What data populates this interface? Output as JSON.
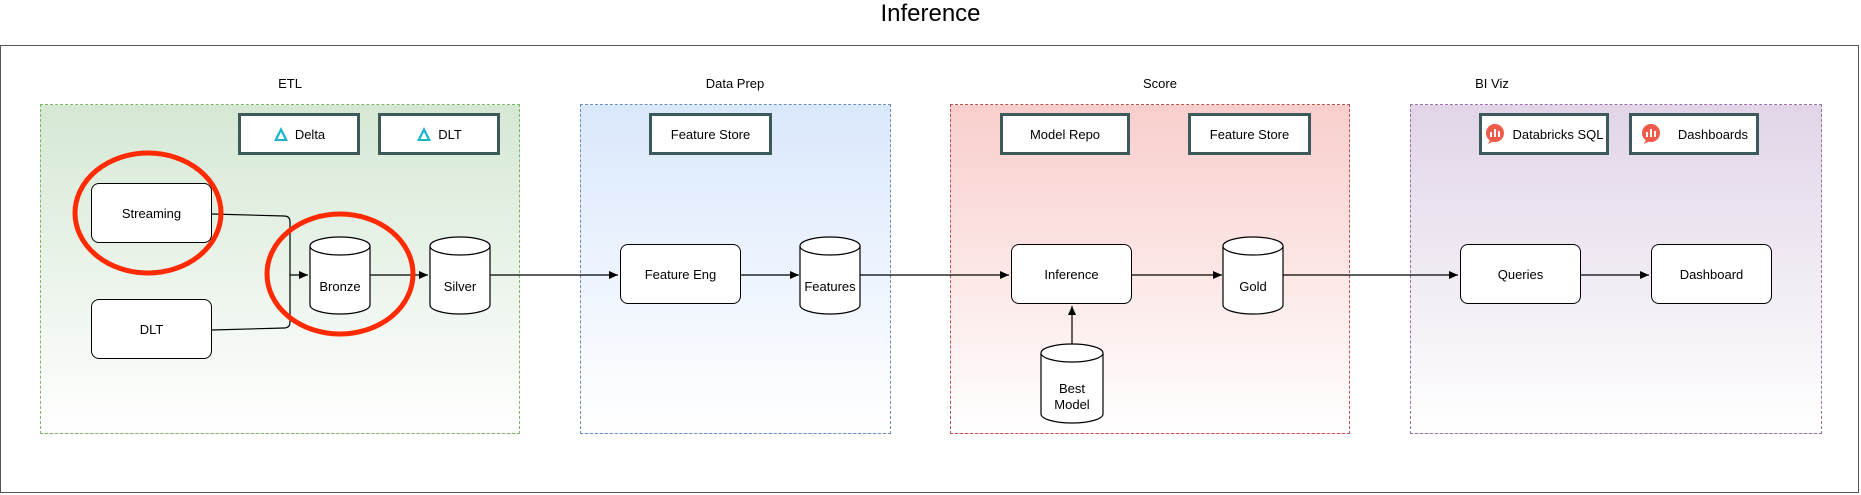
{
  "title": "Inference",
  "sections": {
    "etl": {
      "title": "ETL",
      "chip1": "Delta",
      "chip2": "DLT",
      "node_streaming": "Streaming",
      "node_dlt": "DLT",
      "cyl_bronze": "Bronze",
      "cyl_silver": "Silver"
    },
    "prep": {
      "title": "Data Prep",
      "chip1": "Feature Store",
      "node_feature_eng": "Feature Eng",
      "cyl_features": "Features"
    },
    "score": {
      "title": "Score",
      "chip1": "Model Repo",
      "chip2": "Feature Store",
      "node_inference": "Inference",
      "cyl_gold": "Gold",
      "cyl_best_model": "Best\nModel"
    },
    "bi": {
      "title": "BI Viz",
      "chip1": "Databricks SQL",
      "chip2": "Dashboards",
      "node_queries": "Queries",
      "node_dashboard": "Dashboard"
    }
  },
  "colors": {
    "highlight_circle": "#ff2a00",
    "delta_icon": "#1db3c8",
    "sql_icon": "#ef5b48"
  },
  "icons": {
    "delta": "delta-triangle-icon",
    "databricks_sql": "databricks-sql-icon"
  }
}
